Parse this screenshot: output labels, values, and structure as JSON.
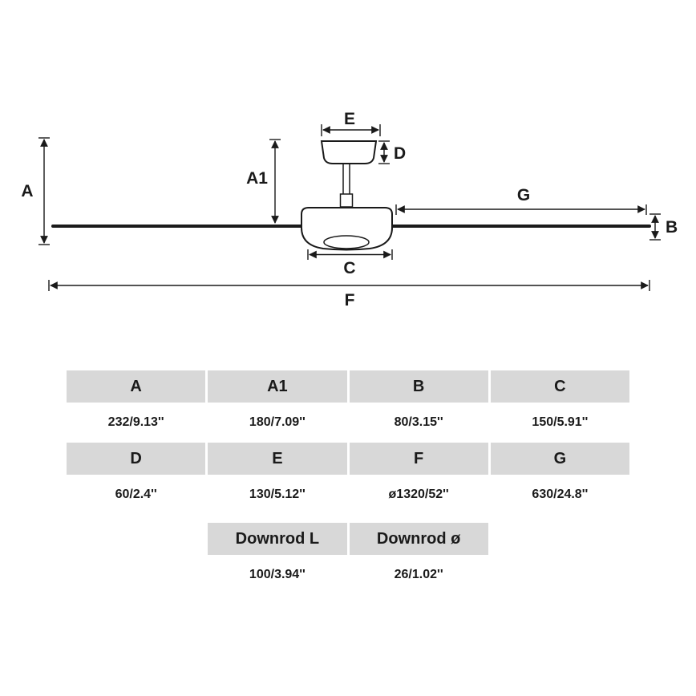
{
  "colors": {
    "header_bg": "#d8d8d8",
    "line": "#1a1a1a",
    "text": "#1a1a1a",
    "background": "#ffffff"
  },
  "diagram": {
    "labels": {
      "A": "A",
      "A1": "A1",
      "B": "B",
      "C": "C",
      "D": "D",
      "E": "E",
      "F": "F",
      "G": "G"
    }
  },
  "table": {
    "group1": {
      "headers": [
        "A",
        "A1",
        "B",
        "C"
      ],
      "values": [
        "232/9.13''",
        "180/7.09''",
        "80/3.15''",
        "150/5.91''"
      ]
    },
    "group2": {
      "headers": [
        "D",
        "E",
        "F",
        "G"
      ],
      "values": [
        "60/2.4''",
        "130/5.12''",
        "ø1320/52''",
        "630/24.8''"
      ]
    },
    "group3": {
      "headers": [
        "Downrod L",
        "Downrod ø"
      ],
      "values": [
        "100/3.94''",
        "26/1.02''"
      ]
    }
  }
}
